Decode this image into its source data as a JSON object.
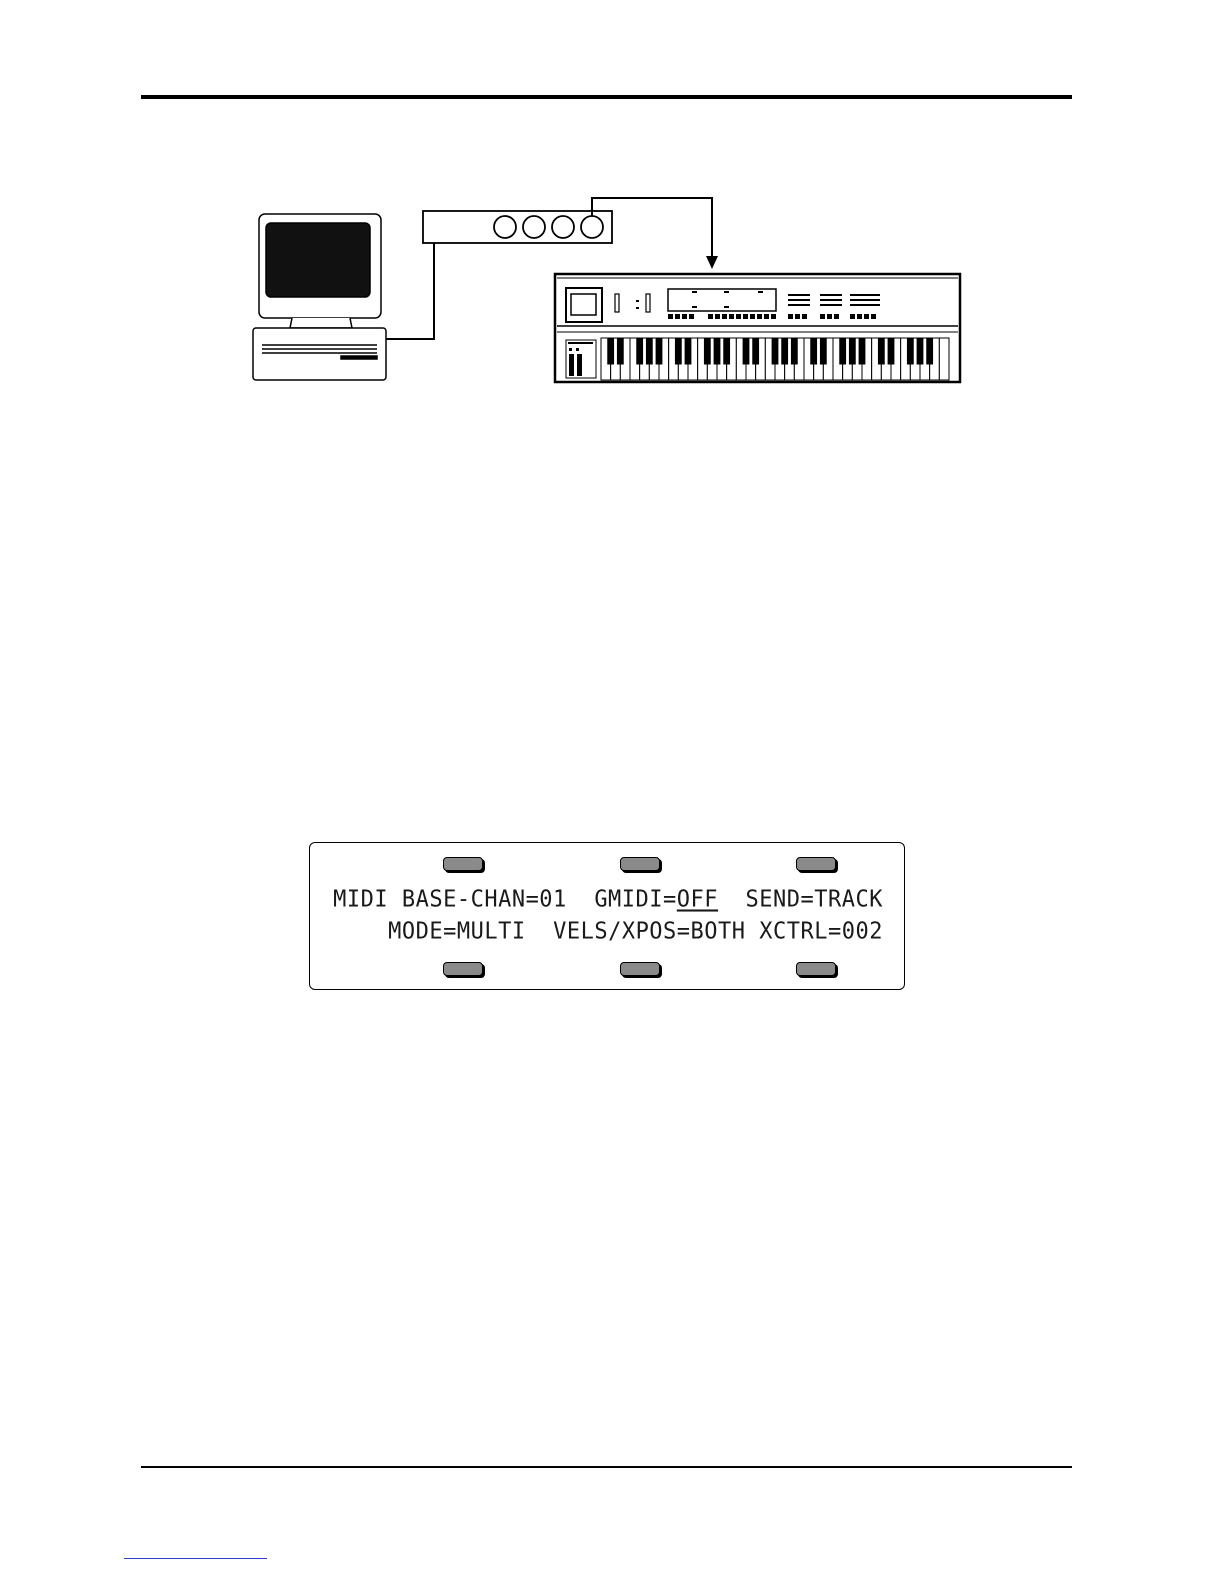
{
  "lcd": {
    "row1": {
      "label": "MIDI",
      "base_chan": "BASE-CHAN=01",
      "gmidi_prefix": "GMIDI=",
      "gmidi_value": "OFF",
      "send": "SEND=TRACK"
    },
    "row2": {
      "mode": "MODE=MULTI",
      "vels_xpos": "VELS/XPOS=BOTH",
      "xctrl": "XCTRL=002"
    }
  },
  "icons": [
    "computer-icon",
    "midi-interface-icon",
    "keyboard-synth-icon",
    "arrow-down-icon"
  ]
}
